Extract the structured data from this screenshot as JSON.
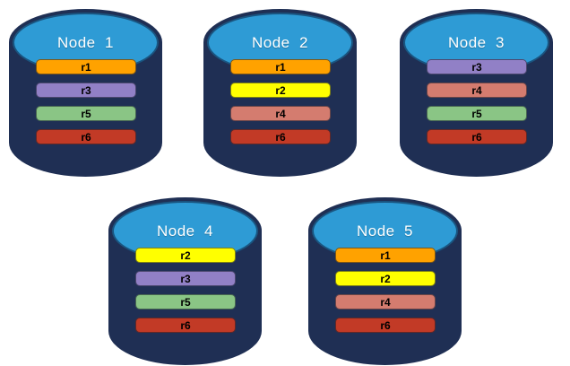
{
  "diagram": {
    "description": "Five database nodes with replicated partitions",
    "background": "#ffffff"
  },
  "colors": {
    "cylinder_body": "#1f2f54",
    "cylinder_top": "#2e9bd5",
    "cylinder_top_border": "#1a5580",
    "title_text": "#ffffff",
    "bar_text": "#000000"
  },
  "replica_colors": {
    "r1": "#ffa200",
    "r2": "#ffff00",
    "r3": "#9180c6",
    "r4": "#d47c6f",
    "r5": "#8ac585",
    "r6": "#c23a26"
  },
  "nodes": [
    {
      "title": "Node  1",
      "replicas": [
        "r1",
        "r3",
        "r5",
        "r6"
      ]
    },
    {
      "title": "Node  2",
      "replicas": [
        "r1",
        "r2",
        "r4",
        "r6"
      ]
    },
    {
      "title": "Node  3",
      "replicas": [
        "r3",
        "r4",
        "r5",
        "r6"
      ]
    },
    {
      "title": "Node  4",
      "replicas": [
        "r2",
        "r3",
        "r5",
        "r6"
      ]
    },
    {
      "title": "Node  5",
      "replicas": [
        "r1",
        "r2",
        "r4",
        "r6"
      ]
    }
  ]
}
